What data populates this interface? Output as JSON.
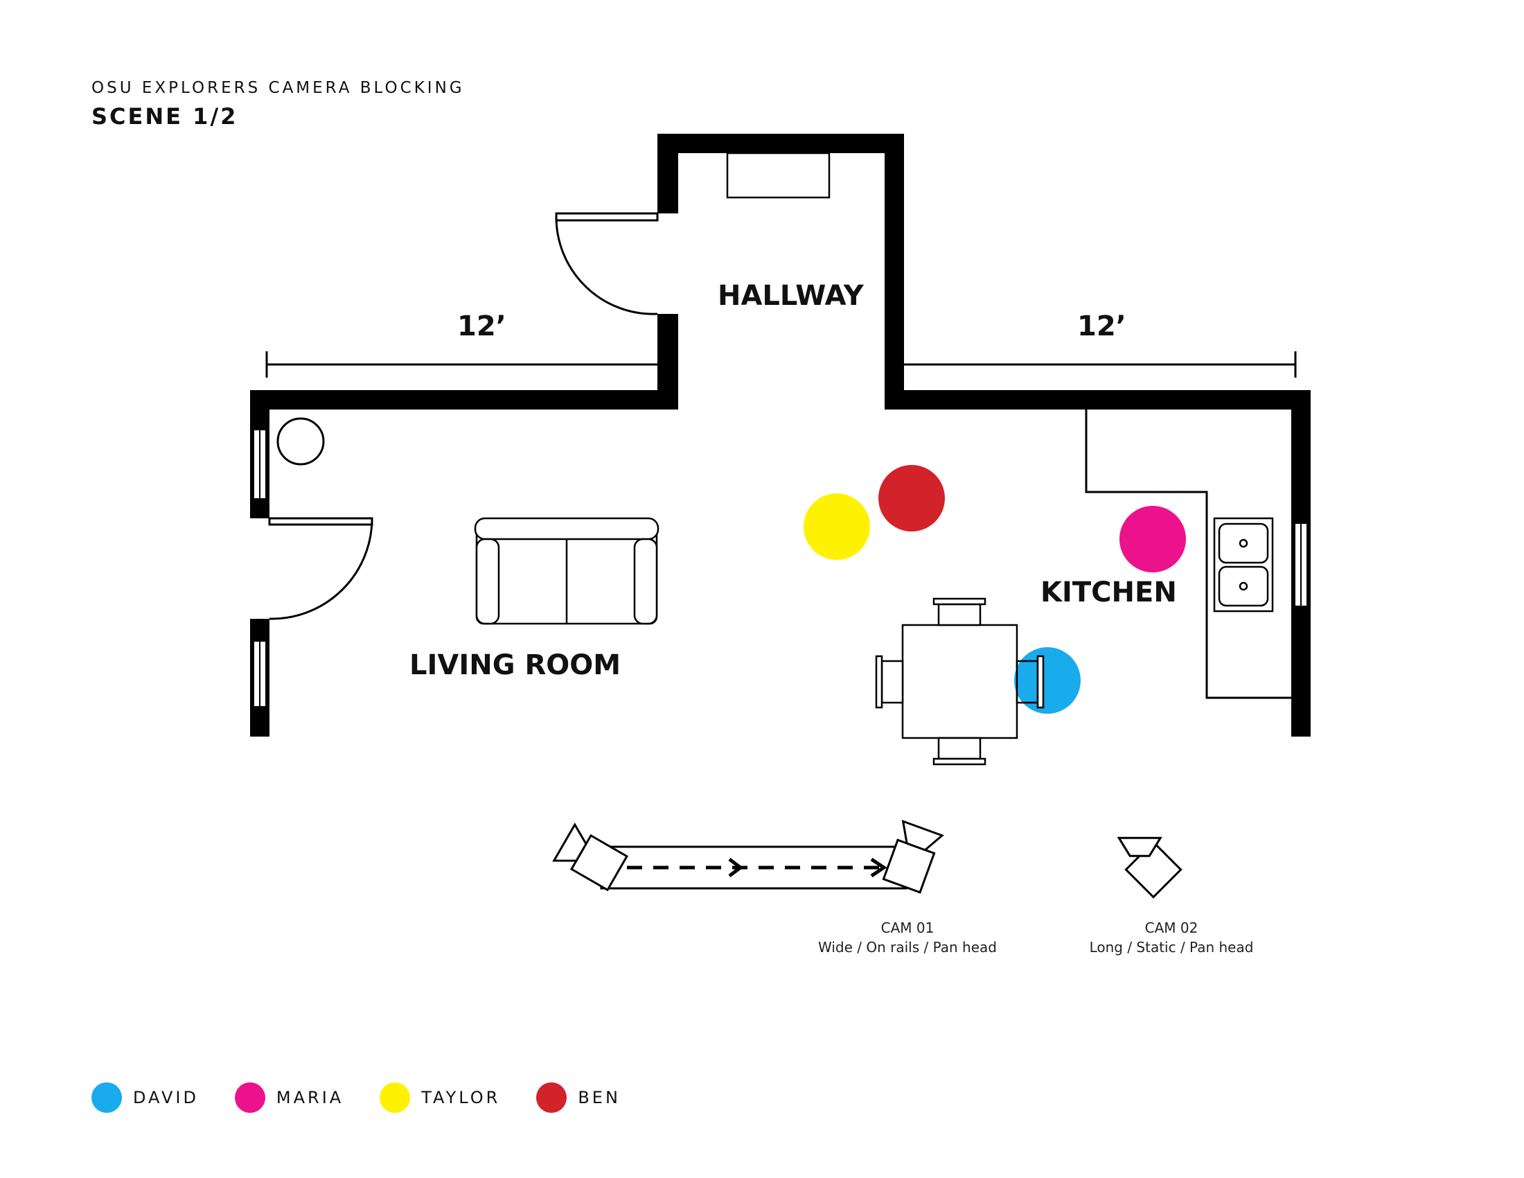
{
  "header": {
    "subtitle": "OSU EXPLORERS CAMERA BLOCKING",
    "title": "SCENE 1/2"
  },
  "rooms": {
    "hallway": "HALLWAY",
    "living_room": "LIVING ROOM",
    "kitchen": "KITCHEN"
  },
  "dimensions": {
    "left": "12’",
    "right": "12’"
  },
  "cameras": [
    {
      "label": "CAM 01",
      "description": "Wide / On rails / Pan head"
    },
    {
      "label": "CAM 02",
      "description": "Long / Static / Pan head"
    }
  ],
  "legend": [
    {
      "name": "DAVID",
      "color": "#1aabec"
    },
    {
      "name": "MARIA",
      "color": "#ec128b"
    },
    {
      "name": "TAYLOR",
      "color": "#fff200"
    },
    {
      "name": "BEN",
      "color": "#d2232a"
    }
  ],
  "colors": {
    "wall": "#000000",
    "david": "#1aabec",
    "maria": "#ec128b",
    "taylor": "#fff200",
    "ben": "#d2232a"
  }
}
